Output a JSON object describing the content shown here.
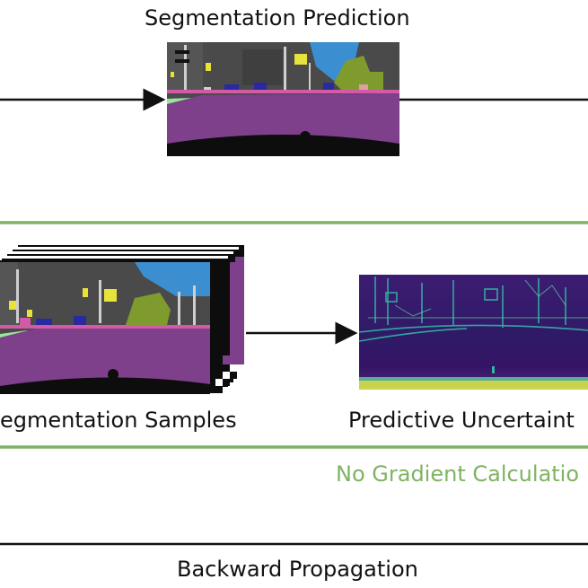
{
  "labels": {
    "segmentation_prediction": "Segmentation Prediction",
    "segmentation_samples": "egmentation Samples",
    "predictive_uncertainty": "Predictive Uncertaint",
    "no_gradient": "No Gradient Calculatio",
    "backward_propagation": "Backward Propagation"
  },
  "colors": {
    "accent_green": "#7fb361",
    "line_black": "#111111",
    "road": "#7e3f8b",
    "sky": "#3b8fd1",
    "building": "#4a4a4a",
    "vegetation": "#7f9b2d",
    "sidewalk": "#d35aa6",
    "sign": "#e7e33a",
    "car": "#2a2aa0",
    "grass": "#9be29b",
    "uncertainty_bg": "#3b0f6a",
    "uncertainty_edge": "#32b6a6"
  }
}
